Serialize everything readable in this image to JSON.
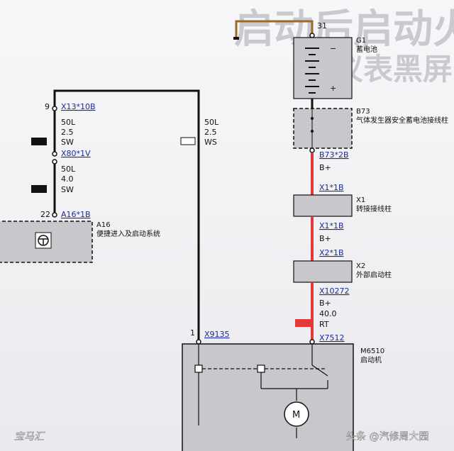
{
  "background_text": {
    "line1": "启动后启动火",
    "line2": "仪表黑屏"
  },
  "battery": {
    "pin": "31",
    "id": "G1",
    "name": "蓄电池",
    "minus": "−",
    "plus": "+"
  },
  "fuse_box": {
    "id": "B73",
    "name": "气体发生器安全蓄电池接线柱",
    "connector": "B73*2B",
    "wire_label": "B+"
  },
  "junction_x1": {
    "connector_top": "X1*1B",
    "id": "X1",
    "name": "转接接线柱",
    "connector_bottom": "X1*1B",
    "wire_label": "B+"
  },
  "junction_x2": {
    "connector_top": "X2*1B",
    "id": "X2",
    "name": "外部启动柱",
    "connector_bottom": "X10272",
    "wire_label": "B+",
    "wire_gauge": "40.0",
    "wire_color": "RT"
  },
  "starter": {
    "connector_main": "X7512",
    "connector_signal_pin": "1",
    "connector_signal": "X9135",
    "id": "M6510",
    "name": "启动机",
    "motor_symbol": "M"
  },
  "left_module": {
    "pin_top": "9",
    "connector_top": "X13*10B",
    "wire1": {
      "label": "50L",
      "gauge": "2.5",
      "color": "SW"
    },
    "connector_mid": "X80*1V",
    "wire2": {
      "label": "50L",
      "gauge": "4.0",
      "color": "SW"
    },
    "pin_bottom": "22",
    "connector_bottom": "A16*1B",
    "id": "A16",
    "name": "便捷进入及启动系统"
  },
  "right_wire": {
    "label": "50L",
    "gauge": "2.5",
    "color": "WS"
  },
  "watermark_left": "宝马汇",
  "watermark_right": "头条 @汽修周大园",
  "colors": {
    "wire_red": "#e23a3a",
    "wire_black": "#111111",
    "wire_brown": "#9a6a2a",
    "component_fill": "#c7c7cc",
    "connector_blue": "#1a2a9a"
  }
}
